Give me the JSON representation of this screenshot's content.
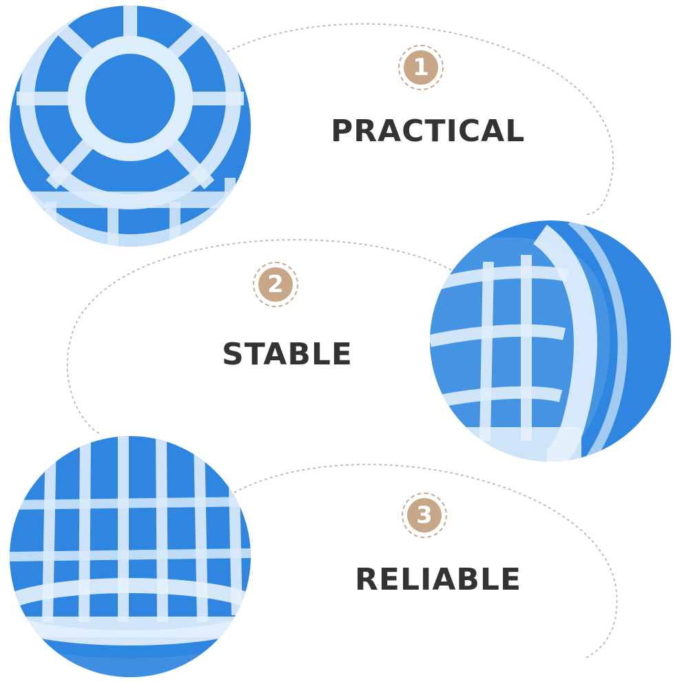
{
  "colors": {
    "photo_blue": "#2f86e0",
    "plastic": "#d9ecfb",
    "badge_fill": "#c8a788",
    "badge_border": "#c9ab8d",
    "label_text": "#333333",
    "dashed_arc": "#bdbdbd"
  },
  "features": [
    {
      "number": "1",
      "label": "PRACTICAL"
    },
    {
      "number": "2",
      "label": "STABLE"
    },
    {
      "number": "3",
      "label": "RELIABLE"
    }
  ]
}
